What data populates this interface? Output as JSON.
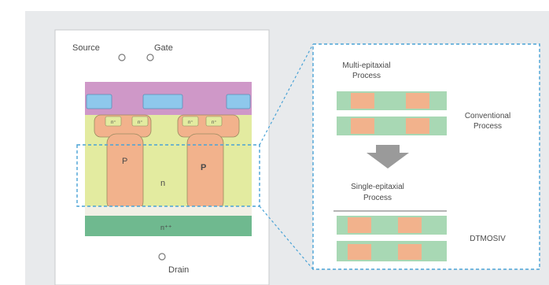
{
  "device": {
    "source_label": "Source",
    "gate_label": "Gate",
    "drain_label": "Drain",
    "region_n_plus": "n⁺",
    "region_p_left": "P",
    "region_n": "n",
    "region_p_right": "P",
    "region_n_plus_plus": "n⁺⁺",
    "contact_label": "n⁺"
  },
  "process": {
    "multi_title_line1": "Multi-epitaxial",
    "multi_title_line2": "Process",
    "conventional_line1": "Conventional",
    "conventional_line2": "Process",
    "single_title_line1": "Single-epitaxial",
    "single_title_line2": "Process",
    "product_label": "DTMOSIV"
  },
  "colors": {
    "background_panel": "#e8eaec",
    "substrate_green": "#6fb98f",
    "drift_yellow": "#e3eba0",
    "p_region_orange": "#f2b28c",
    "gate_oxide_purple": "#cf98c8",
    "gate_blue": "#8ec8ec",
    "highlight_dashes": "#4aa3d6"
  }
}
